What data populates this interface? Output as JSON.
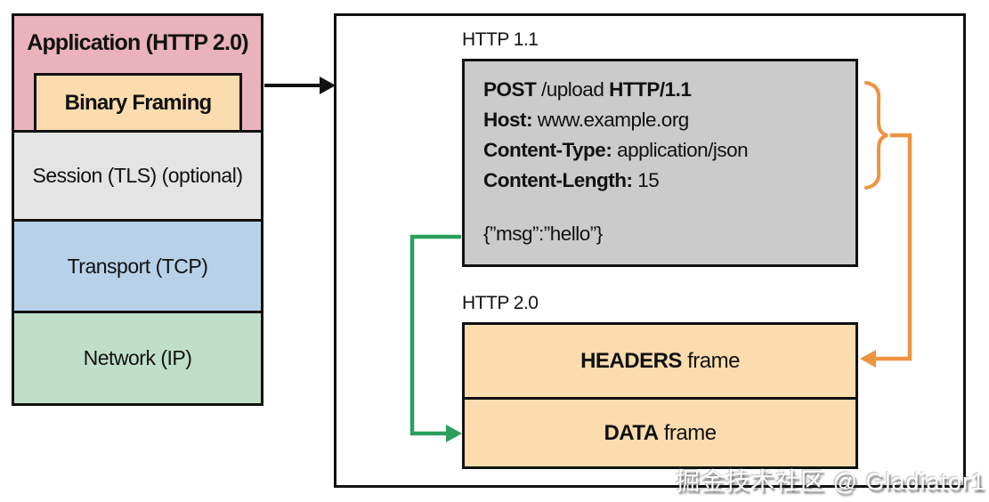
{
  "stack": {
    "application_label": "Application (HTTP 2.0)",
    "binary_framing_label": "Binary Framing",
    "session_label": "Session (TLS) (optional)",
    "transport_label": "Transport (TCP)",
    "network_label": "Network (IP)"
  },
  "panel": {
    "http11_label": "HTTP 1.1",
    "request": {
      "line1_bold1": "POST",
      "line1_regular": " /upload ",
      "line1_bold2": "HTTP/1.1",
      "line2_label": "Host:",
      "line2_value": " www.example.org",
      "line3_label": "Content-Type:",
      "line3_value": " application/json",
      "line4_label": "Content-Length:",
      "line4_value": " 15",
      "body": "{”msg”:”hello”}"
    },
    "http20_label": "HTTP 2.0",
    "headers_frame": {
      "bold": "HEADERS",
      "rest": " frame"
    },
    "data_frame": {
      "bold": "DATA",
      "rest": " frame"
    }
  },
  "watermark": {
    "text": "掘金技术社区 @ Gladiator1"
  },
  "colors": {
    "application_bg": "#e9b2bd",
    "binary_framing_bg": "#fbdcae",
    "session_bg": "#e4e4e4",
    "transport_bg": "#b7d1e9",
    "network_bg": "#c0dfc8",
    "request_box_bg": "#cbcbcb",
    "frame_bg": "#fbdcae",
    "orange_connector": "#ee9340",
    "green_connector": "#2aa05c",
    "line_black": "#111111"
  }
}
